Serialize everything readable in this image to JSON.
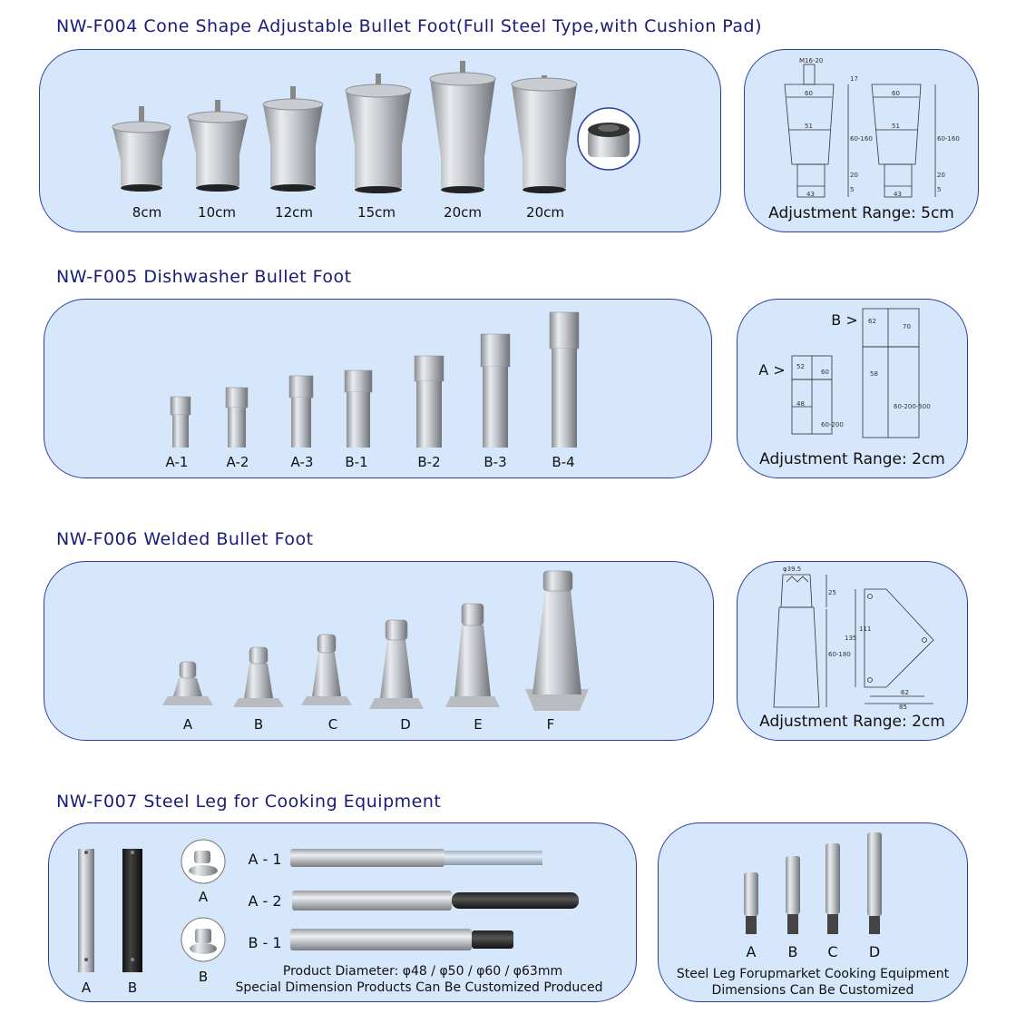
{
  "sections": [
    {
      "code": "NW-F004",
      "title": "Cone Shape Adjustable Bullet Foot(Full Steel Type,with Cushion Pad)",
      "products": [
        "8cm",
        "10cm",
        "12cm",
        "15cm",
        "20cm",
        "20cm"
      ],
      "drawing": {
        "thread": "M16-20",
        "dims": [
          "60",
          "51",
          "43",
          "60",
          "51",
          "43",
          "17",
          "60-160",
          "20",
          "5",
          "60-160",
          "20",
          "5"
        ]
      },
      "caption": "Adjustment Range: 5cm"
    },
    {
      "code": "NW-F005",
      "title": "Dishwasher Bullet Foot",
      "products": [
        "A-1",
        "A-2",
        "A-3",
        "B-1",
        "B-2",
        "B-3",
        "B-4"
      ],
      "drawing": {
        "a_marker": "A >",
        "b_marker": "B >",
        "dims": [
          "52",
          "48",
          "60",
          "60-200",
          "62",
          "58",
          "70",
          "60-200-500"
        ]
      },
      "caption": "Adjustment Range: 2cm"
    },
    {
      "code": "NW-F006",
      "title": "Welded Bullet Foot",
      "products": [
        "A",
        "B",
        "C",
        "D",
        "E",
        "F"
      ],
      "drawing": {
        "dims": [
          "φ39.5",
          "25",
          "60-180",
          "135",
          "111",
          "62",
          "85"
        ]
      },
      "caption": "Adjustment Range: 2cm"
    },
    {
      "code": "NW-F007",
      "title": "Steel Leg for Cooking Equipment",
      "tubes": [
        "A",
        "B"
      ],
      "heads": [
        "A",
        "B"
      ],
      "legs": [
        "A - 1",
        "A - 2",
        "B - 1"
      ],
      "note1": "Product Diameter: φ48 / φ50 / φ60 / φ63mm",
      "note2": "Special Dimension Products Can Be Customized Produced",
      "right_products": [
        "A",
        "B",
        "C",
        "D"
      ],
      "right_caption1": "Steel Leg Forupmarket Cooking Equipment",
      "right_caption2": "Dimensions Can Be Customized"
    }
  ],
  "colors": {
    "panel": "#d6e6fb",
    "border": "#2b3ea0",
    "title": "#1a1a7a"
  }
}
